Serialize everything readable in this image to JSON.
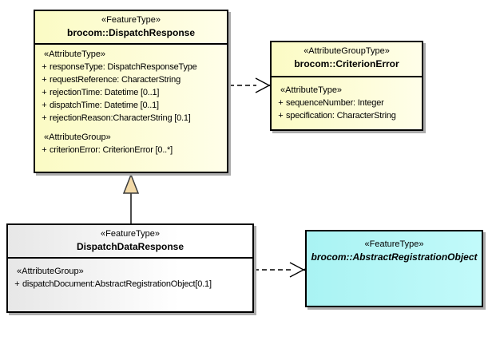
{
  "classes": [
    {
      "stereotype": "«FeatureType»",
      "name": "brocom::DispatchResponse",
      "sections": [
        {
          "heading": "«AttributeType»",
          "attributes": [
            {
              "visibility": "+",
              "text": "responseType: DispatchResponseType"
            },
            {
              "visibility": "+",
              "text": "requestReference: CharacterString"
            },
            {
              "visibility": "+",
              "text": "rejectionTime: Datetime [0..1]"
            },
            {
              "visibility": "+",
              "text": "dispatchTime: Datetime [0..1]"
            },
            {
              "visibility": "+",
              "text": "rejectionReason:CharacterString [0.1]"
            }
          ]
        },
        {
          "heading": "«AttributeGroup»",
          "attributes": [
            {
              "visibility": "+",
              "text": "criterionError: CriterionError [0..*]"
            }
          ]
        }
      ]
    },
    {
      "stereotype": "«AttributeGroupType»",
      "name": "brocom::CriterionError",
      "sections": [
        {
          "heading": "«AttributeType»",
          "attributes": [
            {
              "visibility": "+",
              "text": "sequenceNumber: Integer"
            },
            {
              "visibility": "+",
              "text": "specification: CharacterString"
            }
          ]
        }
      ]
    },
    {
      "stereotype": "«FeatureType»",
      "name": "DispatchDataResponse",
      "sections": [
        {
          "heading": "«AttributeGroup»",
          "attributes": [
            {
              "visibility": "+",
              "text": "dispatchDocument:AbstractRegistrationObject[0.1]"
            }
          ]
        }
      ]
    },
    {
      "stereotype": "«FeatureType»",
      "name": "brocom::AbstractRegistrationObject",
      "sections": []
    }
  ],
  "relationships": [
    {
      "type": "dependency",
      "from": "brocom::DispatchResponse",
      "to": "brocom::CriterionError",
      "style": "dashed-open-arrow"
    },
    {
      "type": "generalization",
      "from": "DispatchDataResponse",
      "to": "brocom::DispatchResponse",
      "style": "solid-triangle-head"
    },
    {
      "type": "dependency",
      "from": "DispatchDataResponse",
      "to": "brocom::AbstractRegistrationObject",
      "style": "dashed-open-arrow"
    }
  ],
  "colors": {
    "class_fill_yellow": "#FBFBC4",
    "class_fill_yellow_light": "#FFFEE9",
    "class_fill_cyan": "#A9F3F3",
    "class_fill_gray": "#E7E7E7",
    "class_fill_white": "#FFFFFF",
    "border": "#000000",
    "shadow": "#ACACAC",
    "generalization_triangle_fill": "#F2D9A7",
    "text": "#000000"
  }
}
